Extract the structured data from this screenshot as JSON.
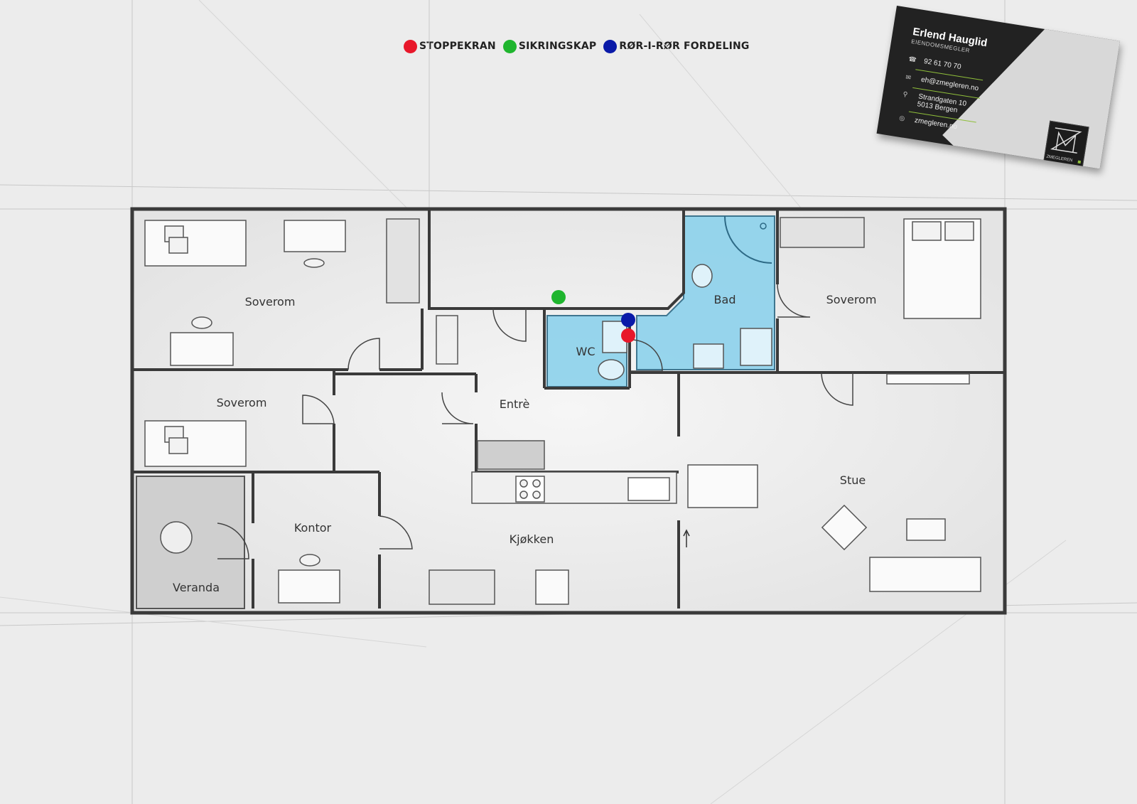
{
  "legend": {
    "items": [
      {
        "label": "STOPPEKRAN",
        "color": "#e8172a"
      },
      {
        "label": "SIKRINGSKAP",
        "color": "#1fb52e"
      },
      {
        "label": "RØR-I-RØR FORDELING",
        "color": "#0a1aa8"
      }
    ]
  },
  "rooms": {
    "soverom_1": "Soverom",
    "soverom_2": "Soverom",
    "soverom_3": "Soverom",
    "bad": "Bad",
    "wc": "WC",
    "entre": "Entrè",
    "kontor": "Kontor",
    "kjokken": "Kjøkken",
    "stue": "Stue",
    "veranda": "Veranda"
  },
  "colors": {
    "wet_room_fill": "#8dd2ec",
    "wall": "#3a3a3a",
    "veranda_fill": "#cfcfcf"
  },
  "card": {
    "name": "Erlend Hauglid",
    "role": "EIENDOMSMEGLER",
    "phone": "92 61 70 70",
    "email": "eh@zmegleren.no",
    "address_line1": "Strandgaten 10",
    "address_line2": "5013 Bergen",
    "web": "zmegleren.no",
    "logo_text": "ZMEGLEREN",
    "icons": [
      "phone-icon",
      "mail-icon",
      "location-icon",
      "globe-icon"
    ]
  }
}
